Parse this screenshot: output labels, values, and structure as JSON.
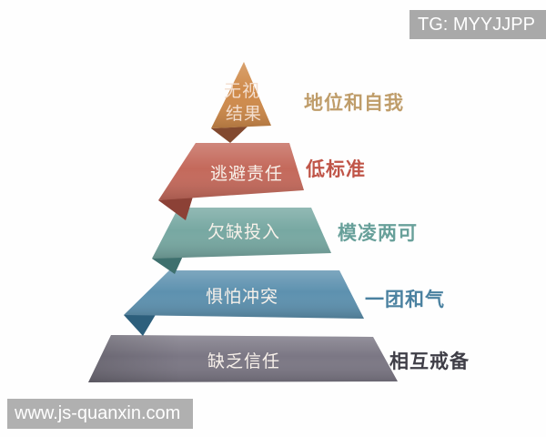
{
  "page": {
    "background": "#fefefe"
  },
  "top_badge": {
    "label": "TG: MYYJJPP",
    "bg_color": "#a9a9a9",
    "text_color": "#ffffff"
  },
  "bottom_watermark": {
    "label": "www.js-quanxin.com",
    "bg_color": "#b0b0b0",
    "text_color": "#ffffff"
  },
  "pyramid": {
    "levels": [
      {
        "label": "无视结果",
        "label_line1": "无视",
        "label_line2": "结果",
        "side_label": "地位和自我",
        "face_color": "#cf8a4a",
        "fold_color": "#82492f",
        "side_label_color": "#bf9d6a"
      },
      {
        "label": "逃避责任",
        "side_label": "低标准",
        "face_color": "#c4695b",
        "fold_color": "#8c4136",
        "side_label_color": "#c05548"
      },
      {
        "label": "欠缺投入",
        "side_label": "模凌两可",
        "face_color": "#77a8a2",
        "fold_color": "#3e706e",
        "side_label_color": "#68a09a"
      },
      {
        "label": "惧怕冲突",
        "side_label": "一团和气",
        "face_color": "#5d91af",
        "fold_color": "#2d5f7c",
        "side_label_color": "#4a81a0"
      },
      {
        "label": "缺乏信任",
        "side_label": "相互戒备",
        "face_color": "#7b7784",
        "side_label_color": "#3f3e47"
      }
    ]
  }
}
